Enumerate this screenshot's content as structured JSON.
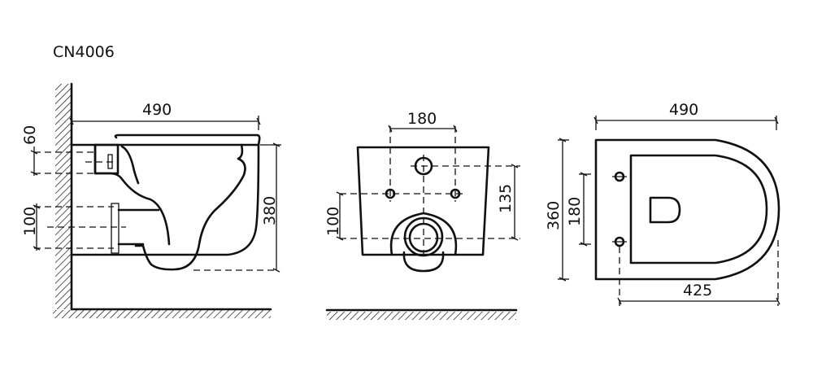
{
  "title": "CN4006",
  "side_view": {
    "width": "490",
    "inlet_offset": "60",
    "outlet_offset": "100",
    "height": "380"
  },
  "front_view": {
    "hole_spacing": "180",
    "outlet_height": "100",
    "inlet_height": "135"
  },
  "top_view": {
    "width": "490",
    "depth": "360",
    "hole_spacing": "180",
    "mount_length": "425"
  }
}
